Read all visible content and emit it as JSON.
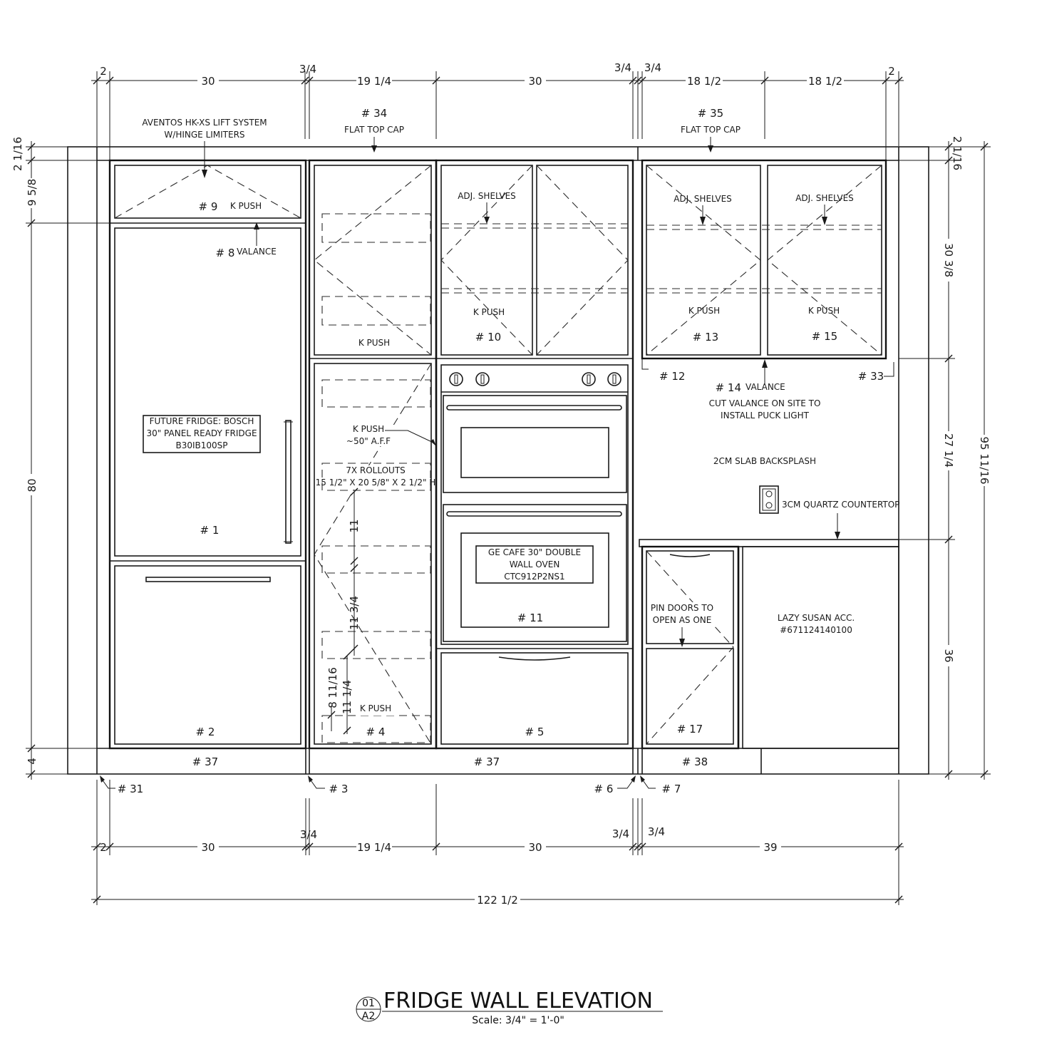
{
  "title": {
    "name": "FRIDGE WALL ELEVATION",
    "scale": "Scale: 3/4\" = 1'-0\"",
    "detail_number": "01",
    "sheet": "A2"
  },
  "top_dims": {
    "d1": "2",
    "d2": "30",
    "d3": "3/4",
    "d4": "19 1/4",
    "d5": "30",
    "d6": "3/4",
    "d7": "3/4",
    "d8": "18 1/2",
    "d9": "18 1/2",
    "d10": "2"
  },
  "bottom_dims": {
    "d1": "2",
    "d2": "30",
    "d3": "3/4",
    "d4": "19 1/4",
    "d5": "30",
    "d6": "3/4",
    "d7": "3/4",
    "d8": "39",
    "total": "122 1/2"
  },
  "left_dims": {
    "d1": "2 1/16",
    "d2": "9 5/8",
    "d3": "80",
    "d4": "4"
  },
  "right_dims": {
    "d1": "2 1/16",
    "d2": "30 3/8",
    "d3": "27 1/4",
    "d4": "36",
    "total": "95 11/16"
  },
  "inner_dims": {
    "d1": "11",
    "d2": "11 3/4",
    "d3": "8 11/16",
    "d4": "11 1/4"
  },
  "notes": {
    "aventos_1": "AVENTOS HK-XS LIFT SYSTEM",
    "aventos_2": "W/HINGE LIMITERS",
    "cap_left": "FLAT TOP CAP",
    "cap_right": "FLAT TOP CAP",
    "kpush_9": "K PUSH",
    "valance_8": "VALANCE",
    "fridge_1": "FUTURE FRIDGE: BOSCH",
    "fridge_2": "30\" PANEL READY FRIDGE",
    "fridge_3": "B30IB100SP",
    "kpush_upper": "K PUSH",
    "adj_10": "ADJ. SHELVES",
    "kpush_10": "K PUSH",
    "adj_13": "ADJ. SHELVES",
    "kpush_13": "K PUSH",
    "adj_15": "ADJ. SHELVES",
    "kpush_15": "K PUSH",
    "kpush_mid_1": "K PUSH",
    "kpush_mid_2": "~50\" A.F.F",
    "rollouts_1": "7X ROLLOUTS",
    "rollouts_2": "15 1/2\" X 20 5/8\" X 2 1/2\" H",
    "kpush_low": "K PUSH",
    "valance_14": "VALANCE",
    "cut_1": "CUT VALANCE ON SITE TO",
    "cut_2": "INSTALL PUCK LIGHT",
    "backsplash": "2CM SLAB BACKSPLASH",
    "countertop": "3CM QUARTZ COUNTERTOP",
    "oven_1": "GE CAFE 30\" DOUBLE",
    "oven_2": "WALL OVEN",
    "oven_3": "CTC912P2NS1",
    "pin_1": "PIN DOORS TO",
    "pin_2": "OPEN AS ONE",
    "lazy_1": "LAZY SUSAN ACC.",
    "lazy_2": "#671124140100"
  },
  "tags": {
    "t34": "# 34",
    "t35": "# 35",
    "t9": "# 9",
    "t8": "# 8",
    "t1": "# 1",
    "t2": "# 2",
    "t10": "# 10",
    "t13": "# 13",
    "t15": "# 15",
    "t12": "# 12",
    "t14": "# 14",
    "t33": "# 33",
    "t11": "# 11",
    "t4": "# 4",
    "t5": "# 5",
    "t17": "# 17",
    "t37a": "# 37",
    "t37b": "# 37",
    "t38": "# 38",
    "t31": "# 31",
    "t3": "# 3",
    "t6": "# 6",
    "t7": "# 7"
  }
}
